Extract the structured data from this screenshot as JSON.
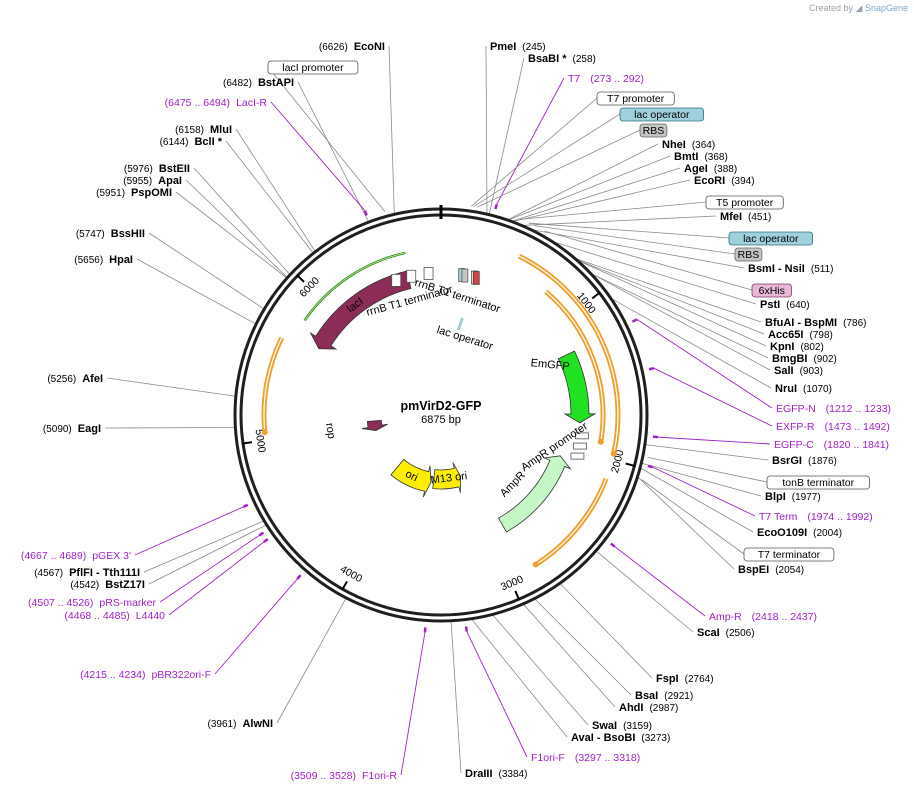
{
  "credit": {
    "prefix": "Created by",
    "brand": "SnapGene"
  },
  "plasmid": {
    "name": "pmVirD2-GFP",
    "length_label": "6875 bp",
    "length": 6875
  },
  "ticks": [
    "1000",
    "2000",
    "3000",
    "4000",
    "5000",
    "6000"
  ],
  "colors": {
    "backbone": "#1f1f1f",
    "primer": "#a020c8",
    "orf_orange": "#f0a030",
    "lacI": "#8b2d57",
    "rop": "#8b2d57",
    "emgfp": "#22e022",
    "ampr": "#c6f5c6",
    "ori": "#ffee00",
    "green_arrow": "#2a8c1c",
    "lac_operator": "#9fd0dc",
    "rbs": "#c4c4c4",
    "his": "#e6b8d6"
  },
  "sites": [
    {
      "name": "EcoNI",
      "pos": "(6626)"
    },
    {
      "name": "BstAPI",
      "pos": "(6482)"
    },
    {
      "name": "MluI",
      "pos": "(6158)"
    },
    {
      "name": "BclI *",
      "pos": "(6144)"
    },
    {
      "name": "BstEII",
      "pos": "(5976)"
    },
    {
      "name": "ApaI",
      "pos": "(5955)"
    },
    {
      "name": "PspOMI",
      "pos": "(5951)"
    },
    {
      "name": "BssHII",
      "pos": "(5747)"
    },
    {
      "name": "HpaI",
      "pos": "(5656)"
    },
    {
      "name": "AfeI",
      "pos": "(5256)"
    },
    {
      "name": "EagI",
      "pos": "(5090)"
    },
    {
      "name": "PflFI - Tth111I",
      "pos": "(4567)"
    },
    {
      "name": "BstZ17I",
      "pos": "(4542)"
    },
    {
      "name": "AlwNI",
      "pos": "(3961)"
    },
    {
      "name": "PmeI",
      "pos": "(245)"
    },
    {
      "name": "BsaBI *",
      "pos": "(258)"
    },
    {
      "name": "NheI",
      "pos": "(364)"
    },
    {
      "name": "BmtI",
      "pos": "(368)"
    },
    {
      "name": "AgeI",
      "pos": "(388)"
    },
    {
      "name": "EcoRI",
      "pos": "(394)"
    },
    {
      "name": "MfeI",
      "pos": "(451)"
    },
    {
      "name": "BsmI - NsiI",
      "pos": "(511)"
    },
    {
      "name": "PstI",
      "pos": "(640)"
    },
    {
      "name": "BfuAI - BspMI",
      "pos": "(786)"
    },
    {
      "name": "Acc65I",
      "pos": "(798)"
    },
    {
      "name": "KpnI",
      "pos": "(802)"
    },
    {
      "name": "BmgBI",
      "pos": "(902)"
    },
    {
      "name": "SalI",
      "pos": "(903)"
    },
    {
      "name": "NruI",
      "pos": "(1070)"
    },
    {
      "name": "BsrGI",
      "pos": "(1876)"
    },
    {
      "name": "BlpI",
      "pos": "(1977)"
    },
    {
      "name": "EcoO109I",
      "pos": "(2004)"
    },
    {
      "name": "BspEI",
      "pos": "(2054)"
    },
    {
      "name": "ScaI",
      "pos": "(2506)"
    },
    {
      "name": "FspI",
      "pos": "(2764)"
    },
    {
      "name": "BsaI",
      "pos": "(2921)"
    },
    {
      "name": "AhdI",
      "pos": "(2987)"
    },
    {
      "name": "SwaI",
      "pos": "(3159)"
    },
    {
      "name": "AvaI - BsoBI",
      "pos": "(3273)"
    },
    {
      "name": "DraIII",
      "pos": "(3384)"
    }
  ],
  "primers": [
    {
      "name": "LacI-R",
      "range": "(6475 .. 6494)"
    },
    {
      "name": "pGEX 3'",
      "range": "(4667 .. 4689)"
    },
    {
      "name": "pRS-marker",
      "range": "(4507 .. 4526)"
    },
    {
      "name": "L4440",
      "range": "(4468 .. 4485)"
    },
    {
      "name": "pBR322ori-F",
      "range": "(4215 .. 4234)"
    },
    {
      "name": "F1ori-R",
      "range": "(3509 .. 3528)"
    },
    {
      "name": "T7",
      "range": "(273 .. 292)"
    },
    {
      "name": "EGFP-N",
      "range": "(1212 .. 1233)"
    },
    {
      "name": "EXFP-R",
      "range": "(1473 .. 1492)"
    },
    {
      "name": "EGFP-C",
      "range": "(1820 .. 1841)"
    },
    {
      "name": "T7 Term",
      "range": "(1974 .. 1992)"
    },
    {
      "name": "Amp-R",
      "range": "(2418 .. 2437)"
    },
    {
      "name": "F1ori-F",
      "range": "(3297 .. 3318)"
    }
  ],
  "feature_boxes": [
    {
      "name": "lacI promoter",
      "style": "white"
    },
    {
      "name": "T7 promoter",
      "style": "white"
    },
    {
      "name": "lac operator",
      "style": "blue"
    },
    {
      "name": "RBS",
      "style": "gray"
    },
    {
      "name": "T5 promoter",
      "style": "white"
    },
    {
      "name": "lac operator",
      "style": "blue"
    },
    {
      "name": "RBS",
      "style": "gray"
    },
    {
      "name": "6xHis",
      "style": "pink"
    },
    {
      "name": "tonB terminator",
      "style": "white"
    },
    {
      "name": "T7 terminator",
      "style": "white"
    }
  ],
  "arc_labels": {
    "lacI": "lacI",
    "rrnB_T1_a": "rrnB T1 terminator",
    "rrnB_T1_b": "rrnB T1 terminator",
    "lac_operator": "lac operator",
    "emgfp": "EmGFP",
    "ampr_promoter": "AmpR promoter",
    "ampr": "AmpR",
    "m13_ori": "M13 ori",
    "ori": "ori",
    "rop": "rop"
  }
}
